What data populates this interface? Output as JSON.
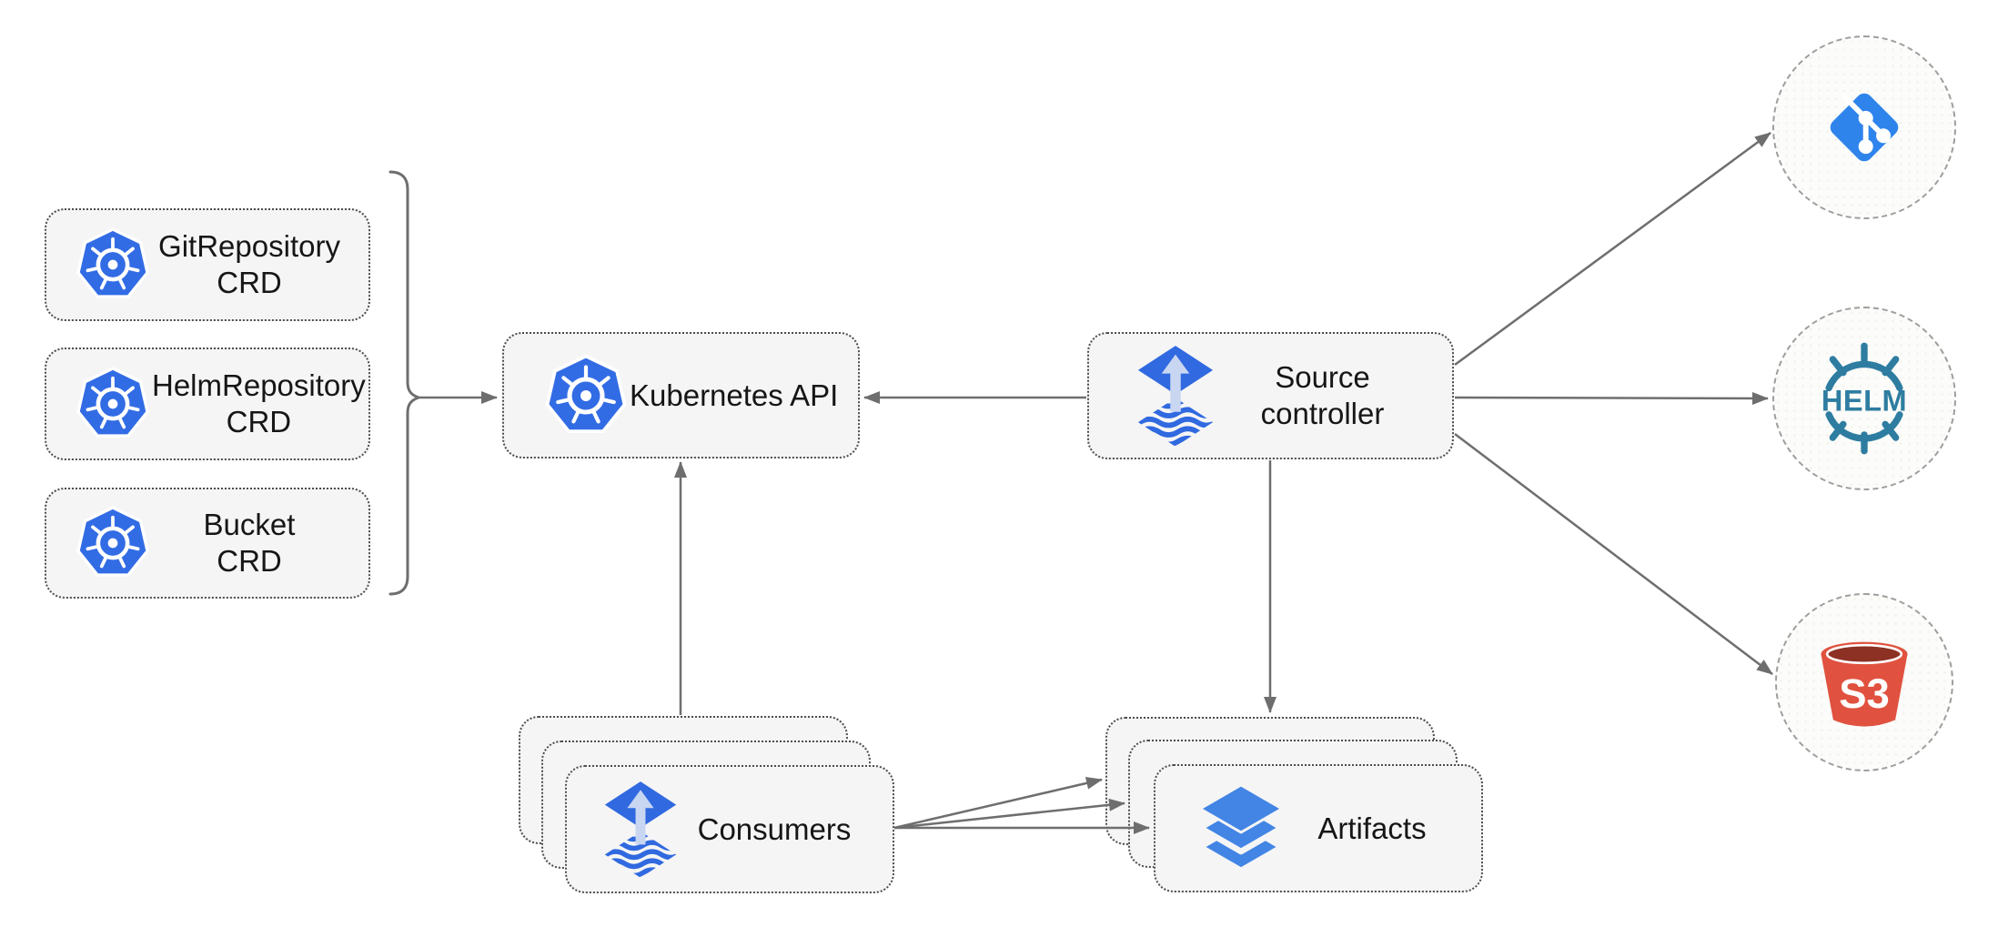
{
  "diagram": {
    "crd_boxes": [
      {
        "id": "gitrepository-crd",
        "line1": "GitRepository",
        "line2": "CRD"
      },
      {
        "id": "helmrepository-crd",
        "line1": "HelmRepository",
        "line2": "CRD"
      },
      {
        "id": "bucket-crd",
        "line1": "Bucket",
        "line2": "CRD"
      }
    ],
    "kubernetes_api": {
      "label": "Kubernetes API"
    },
    "source_controller": {
      "line1": "Source",
      "line2": "controller"
    },
    "consumers": {
      "label": "Consumers",
      "stack_count": 3
    },
    "artifacts": {
      "label": "Artifacts",
      "stack_count": 3
    },
    "externals": {
      "git": {
        "icon": "git-icon"
      },
      "helm": {
        "icon": "helm-icon",
        "text": "HELM"
      },
      "s3": {
        "icon": "s3-bucket-icon",
        "text": "S3"
      }
    },
    "icons": {
      "kubernetes": "kubernetes-icon",
      "flux": "flux-icon",
      "layers": "layers-icon"
    },
    "edges": [
      {
        "from": "crd-group-brace",
        "to": "kubernetes-api"
      },
      {
        "from": "source-controller",
        "to": "kubernetes-api"
      },
      {
        "from": "consumers",
        "to": "kubernetes-api"
      },
      {
        "from": "source-controller",
        "to": "artifacts"
      },
      {
        "from": "source-controller",
        "to": "git"
      },
      {
        "from": "source-controller",
        "to": "helm"
      },
      {
        "from": "source-controller",
        "to": "s3"
      },
      {
        "from": "consumers",
        "to": "artifacts"
      },
      {
        "from": "consumers",
        "to": "artifacts"
      },
      {
        "from": "consumers",
        "to": "artifacts"
      }
    ],
    "colors": {
      "kubernetes_blue": "#326CE5",
      "flux_blue": "#3069E0",
      "flux_arrow_light": "#C9D6F2",
      "layers_blue": "#4285E5",
      "git_blue": "#2F84EC",
      "helm_teal": "#2E7DA1",
      "s3_red": "#E0523F",
      "s3_dark_red": "#8C3123",
      "node_fill": "#F5F5F5",
      "node_border": "#4D4D4D",
      "circle_fill": "#FCFCFA",
      "circle_border": "#9E9E9E",
      "arrow_gray": "#6E6E6E",
      "text": "#161616"
    }
  }
}
